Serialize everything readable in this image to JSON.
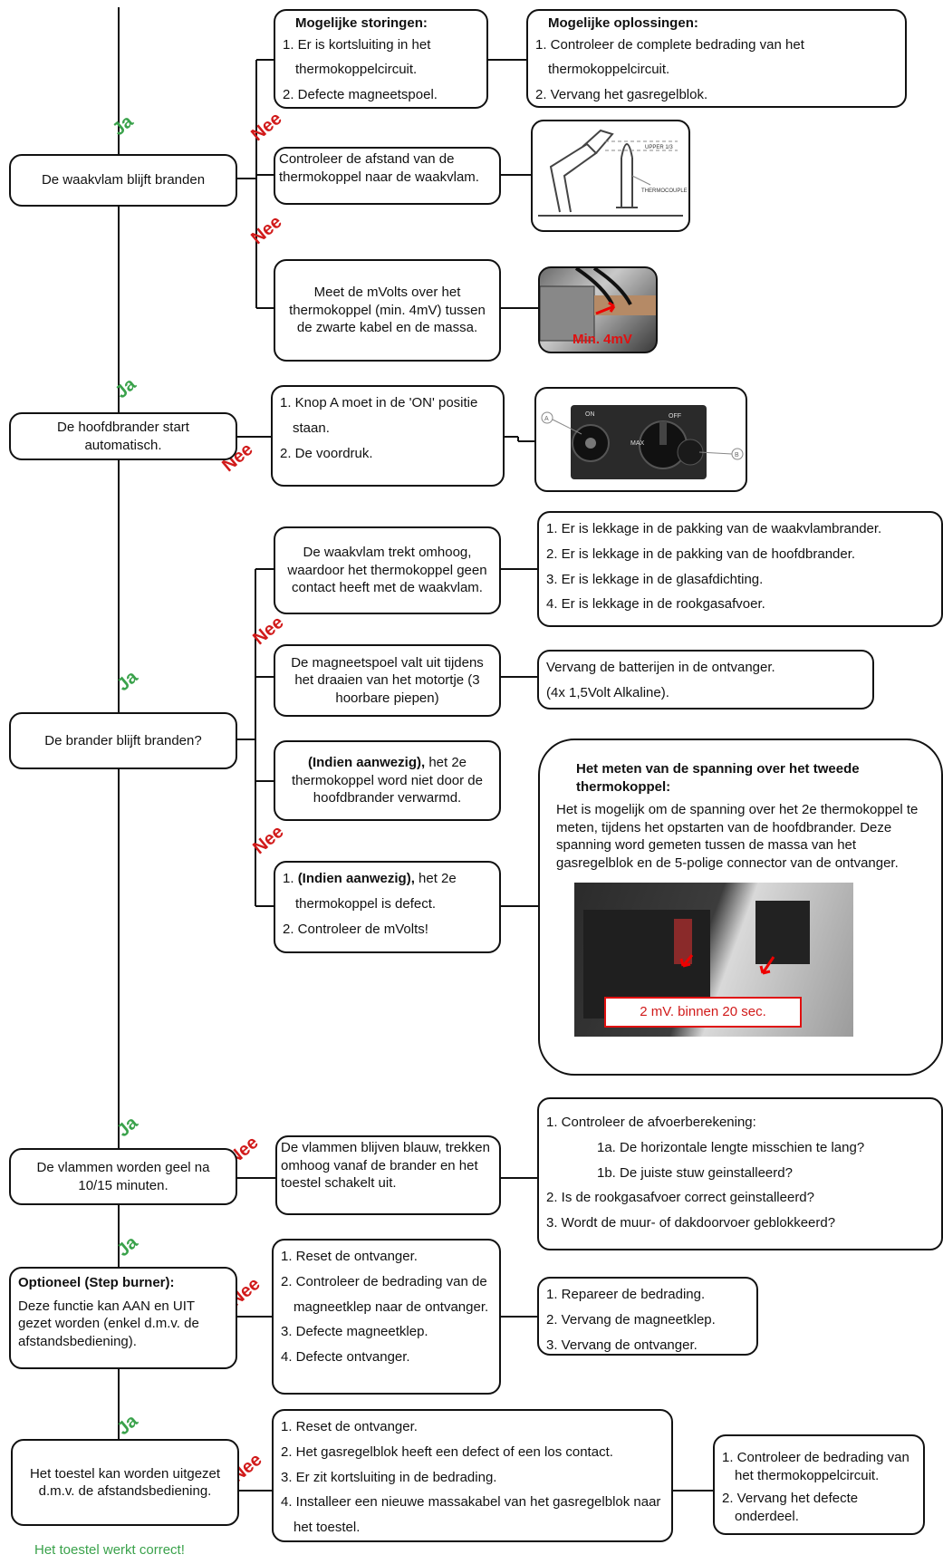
{
  "labels": {
    "ja": "Ja",
    "nee": "Nee"
  },
  "q1": {
    "question": "De waakvlam blijft branden",
    "storingen": {
      "title": "Mogelijke storingen:",
      "items": [
        "1. Er is kortsluiting in het thermokoppelcircuit.",
        "2. Defecte magneetspoel."
      ]
    },
    "oplossingen": {
      "title": "Mogelijke oplossingen:",
      "items": [
        "1. Controleer de complete bedrading van het thermokoppelcircuit.",
        "2. Vervang het gasregelblok."
      ]
    },
    "afstand": "Controleer de afstand van de thermokoppel naar de waakvlam.",
    "diagram_labels": {
      "upper": "UPPER 1/3",
      "thermocouple": "THERMOCOUPLE"
    },
    "meet": "Meet de mVolts over het thermokoppel (min. 4mV) tussen de zwarte kabel en de massa.",
    "photo_label": "Min. 4mV"
  },
  "q2": {
    "question": "De hoofdbrander start automatisch.",
    "items": [
      "1. Knop A moet in de 'ON' positie staan.",
      "2. De voordruk."
    ],
    "valve_labels": {
      "on": "ON",
      "off": "OFF",
      "max": "MAX",
      "a": "A",
      "b": "B"
    }
  },
  "q3": {
    "question": "De brander blijft branden?",
    "waakvlam": "De waakvlam trekt omhoog, waardoor het thermokoppel geen contact heeft met de waakvlam.",
    "lekkage": [
      "1. Er is lekkage in de pakking van de waakvlambrander.",
      "2. Er is lekkage in de pakking van de hoofdbrander.",
      "3. Er is lekkage in de glasafdichting.",
      "4. Er is lekkage in de rookgasafvoer."
    ],
    "magneetspoel": "De magneetspoel valt uit tijdens het draaien van het motortje (3 hoorbare piepen)",
    "batterijen": [
      "Vervang de batterijen in de ontvanger.",
      "(4x 1,5Volt Alkaline)."
    ],
    "tweede": {
      "bold": "(Indien aanwezig),",
      "rest": " het 2e thermokoppel word niet door de hoofdbrander verwarmd."
    },
    "defect": {
      "i1_num": "1. ",
      "i1_bold": "(Indien aanwezig),",
      "i1_rest": " het 2e thermokoppel is defect.",
      "i2": "2. Controleer de mVolts!"
    },
    "meten": {
      "title": "Het meten van de spanning over het tweede thermokoppel:",
      "text": "Het is mogelijk om de spanning over het 2e thermokoppel te meten, tijdens het opstarten van de hoofdbrander. Deze spanning word gemeten tussen de massa van het gasregelblok en de 5-polige connector van de ontvanger.",
      "photo_label": "2 mV. binnen 20 sec."
    }
  },
  "q4": {
    "question": "De vlammen worden geel na 10/15 minuten.",
    "blauw": "De vlammen blijven blauw, trekken omhoog vanaf de brander en het toestel schakelt uit.",
    "items": [
      "1. Controleer de afvoerberekening:",
      "1a. De horizontale lengte misschien te lang?",
      "1b. De juiste stuw geinstalleerd?",
      "2. Is de rookgasafvoer correct geinstalleerd?",
      "3. Wordt de muur- of dakdoorvoer geblokkeerd?"
    ]
  },
  "q5": {
    "title": "Optioneel (Step burner):",
    "text": "Deze functie kan AAN en UIT gezet worden (enkel d.m.v. de afstandsbediening).",
    "items": [
      "1. Reset de ontvanger.",
      "2. Controleer de bedrading van de magneetklep naar de ontvanger.",
      "3. Defecte magneetklep.",
      "4. Defecte ontvanger."
    ],
    "fixes": [
      "1. Repareer de bedrading.",
      "2. Vervang de magneetklep.",
      "3. Vervang de ontvanger."
    ]
  },
  "q6": {
    "question": "Het toestel kan worden uitgezet d.m.v. de afstandsbediening.",
    "items": [
      "1. Reset de ontvanger.",
      "2. Het gasregelblok heeft een defect of een los contact.",
      "3. Er zit kortsluiting in de bedrading.",
      "4. Installeer een nieuwe massakabel van het gasregelblok naar het toestel."
    ],
    "fixes": [
      "1. Controleer de bedrading van het thermokoppelcircuit.",
      "2. Vervang het defecte onderdeel."
    ]
  },
  "final": "Het toestel werkt correct!"
}
